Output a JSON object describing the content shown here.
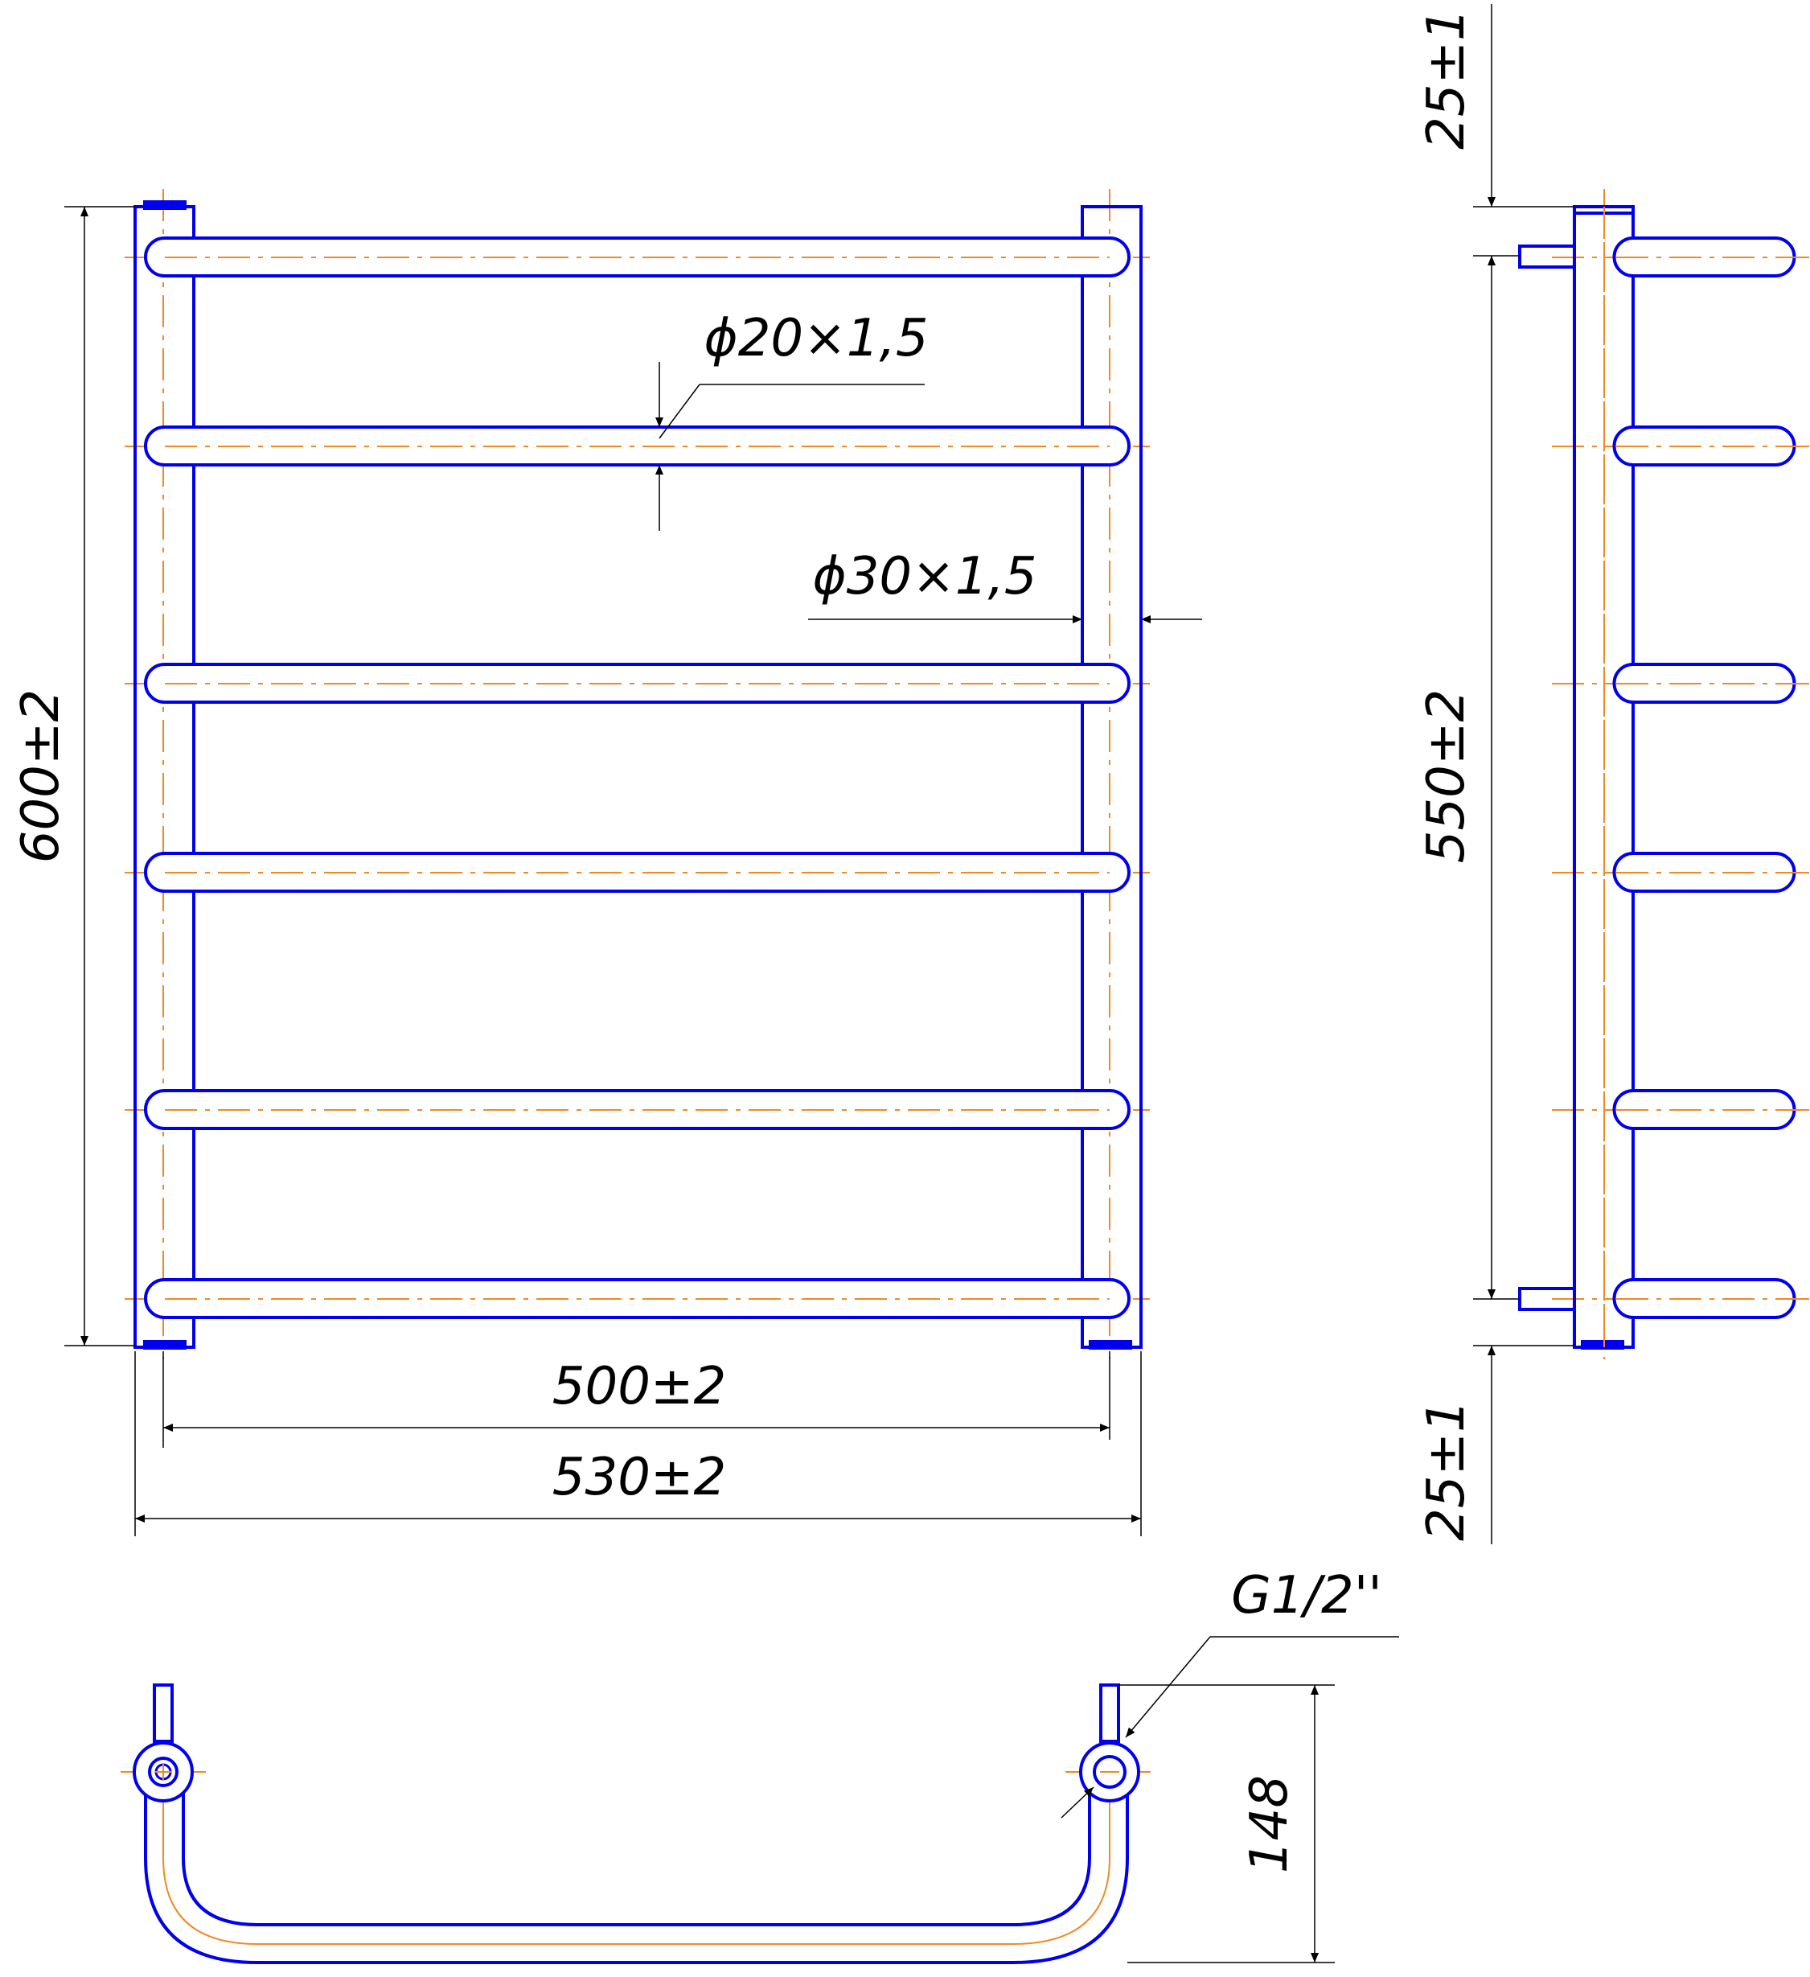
{
  "colors": {
    "outline": "#0000ee",
    "centerline": "#f08a24",
    "dimension": "#000000",
    "background": "#ffffff"
  },
  "front_view": {
    "overall_height": "600±2",
    "center_distance": "500±2",
    "overall_width": "530±2",
    "crossbar_tube": "ϕ20×1,5",
    "upright_tube": "ϕ30×1,5",
    "crossbar_count": 6
  },
  "side_view": {
    "top_offset": "25±1",
    "connection_spacing": "550±2",
    "bottom_offset": "25±1"
  },
  "top_view": {
    "thread": "G1/2''",
    "depth": "148"
  }
}
